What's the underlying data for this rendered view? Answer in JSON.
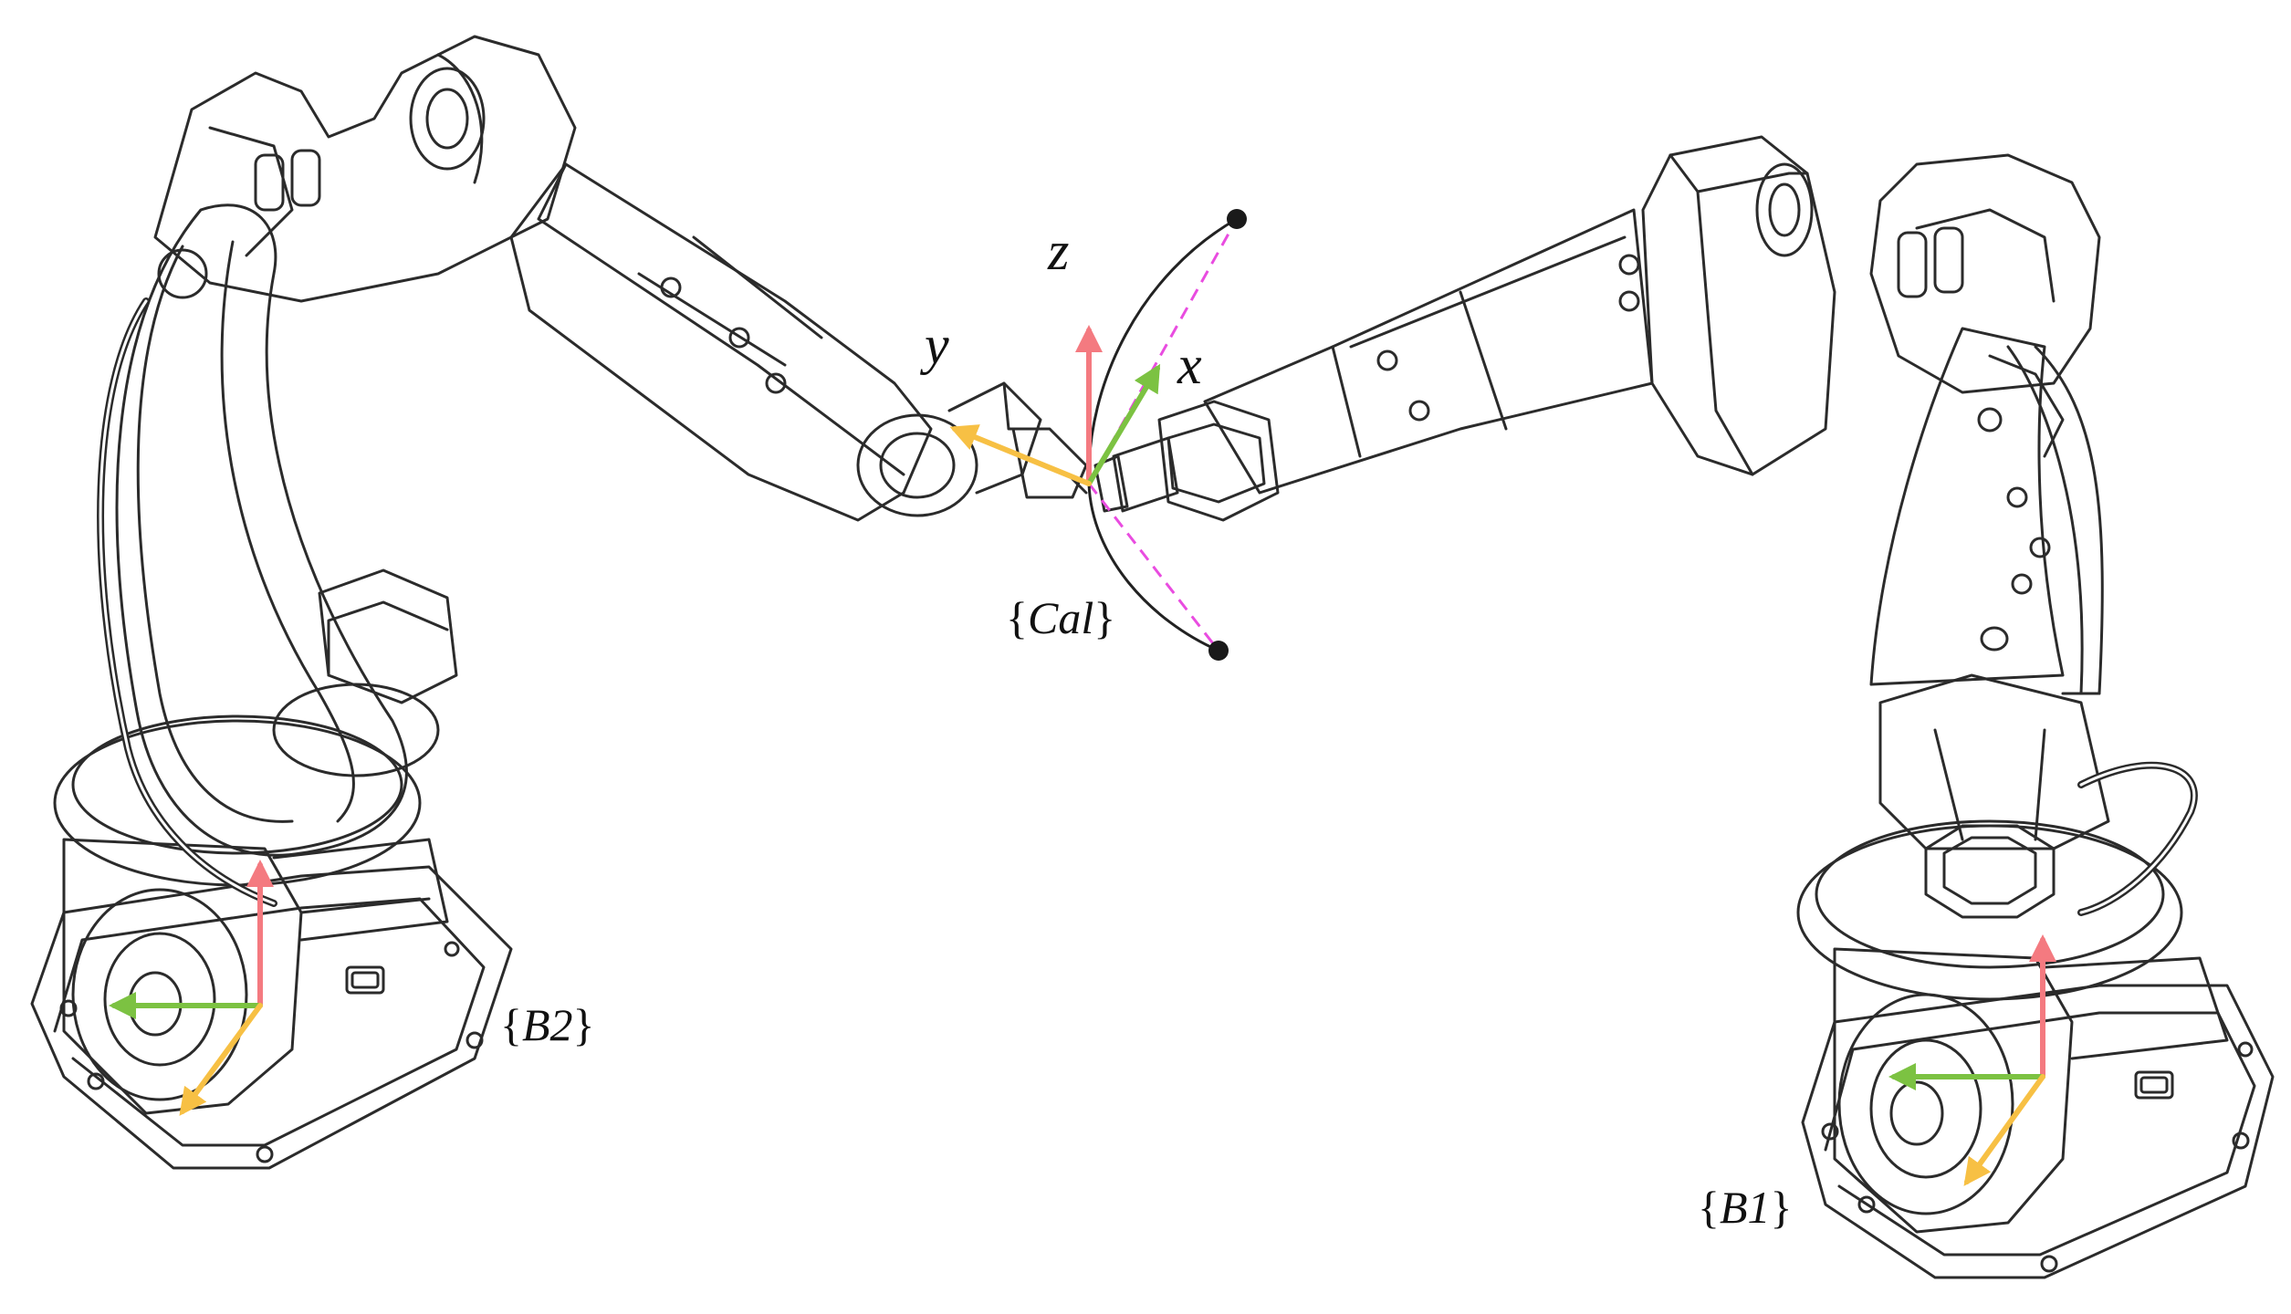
{
  "figure": {
    "axis_labels": {
      "x": "x",
      "y": "y",
      "z": "z"
    },
    "frames": {
      "calibration": "Cal",
      "base_right": "B1",
      "base_left": "B2"
    },
    "braces": {
      "open": "{",
      "close": "}"
    },
    "colors": {
      "x_axis": "#7cc242",
      "y_axis": "#f7c044",
      "z_axis": "#f47a80",
      "dashed_line": "#e94ce0",
      "line_art": "#2b2b2b",
      "background": "#ffffff"
    }
  }
}
